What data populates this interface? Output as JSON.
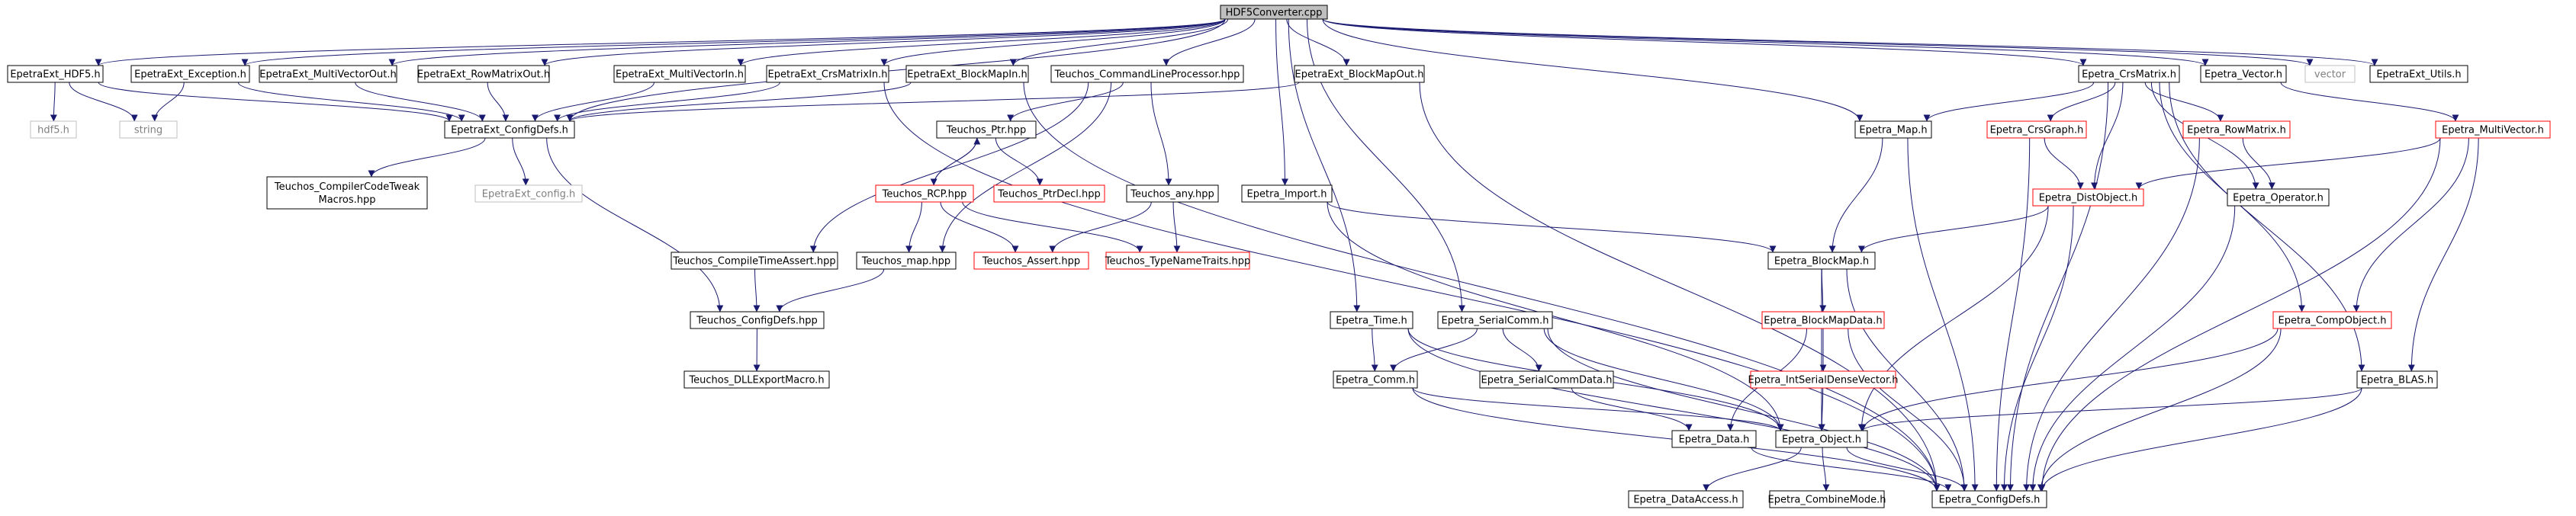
{
  "colors": {
    "edge": "#191970",
    "border_default": "#000000",
    "border_incomplete": "#ff0000",
    "border_external": "#bfbfbf",
    "root_fill": "#bfbfbf",
    "text_default": "#000000",
    "text_external": "#808080"
  },
  "nodes": [
    {
      "id": "root",
      "label": "HDF5Converter.cpp",
      "kind": "root"
    },
    {
      "id": "ext_hdf5",
      "label": "EpetraExt_HDF5.h",
      "kind": "normal"
    },
    {
      "id": "ext_exception",
      "label": "EpetraExt_Exception.h",
      "kind": "normal"
    },
    {
      "id": "ext_mvout",
      "label": "EpetraExt_MultiVectorOut.h",
      "kind": "normal"
    },
    {
      "id": "ext_rmout",
      "label": "EpetraExt_RowMatrixOut.h",
      "kind": "normal"
    },
    {
      "id": "ext_mvin",
      "label": "EpetraExt_MultiVectorIn.h",
      "kind": "normal"
    },
    {
      "id": "ext_crsin",
      "label": "EpetraExt_CrsMatrixIn.h",
      "kind": "normal"
    },
    {
      "id": "ext_bmin",
      "label": "EpetraExt_BlockMapIn.h",
      "kind": "normal"
    },
    {
      "id": "t_clp",
      "label": "Teuchos_CommandLineProcessor.hpp",
      "kind": "normal"
    },
    {
      "id": "ext_bmout",
      "label": "EpetraExt_BlockMapOut.h",
      "kind": "normal"
    },
    {
      "id": "e_crs",
      "label": "Epetra_CrsMatrix.h",
      "kind": "normal"
    },
    {
      "id": "e_vector",
      "label": "Epetra_Vector.h",
      "kind": "normal"
    },
    {
      "id": "vector",
      "label": "vector",
      "kind": "external"
    },
    {
      "id": "ext_utils",
      "label": "EpetraExt_Utils.h",
      "kind": "normal"
    },
    {
      "id": "hdf5",
      "label": "hdf5.h",
      "kind": "external"
    },
    {
      "id": "string",
      "label": "string",
      "kind": "external"
    },
    {
      "id": "ext_config",
      "label": "EpetraExt_ConfigDefs.h",
      "kind": "normal"
    },
    {
      "id": "t_ptr",
      "label": "Teuchos_Ptr.hpp",
      "kind": "normal"
    },
    {
      "id": "e_map",
      "label": "Epetra_Map.h",
      "kind": "normal"
    },
    {
      "id": "e_crsgraph",
      "label": "Epetra_CrsGraph.h",
      "kind": "incomplete"
    },
    {
      "id": "e_rowmatrix",
      "label": "Epetra_RowMatrix.h",
      "kind": "incomplete"
    },
    {
      "id": "e_mv",
      "label": "Epetra_MultiVector.h",
      "kind": "incomplete"
    },
    {
      "id": "t_cctweak",
      "label": "Teuchos_CompilerCodeTweak\nMacros.hpp",
      "kind": "normal"
    },
    {
      "id": "ext_configh",
      "label": "EpetraExt_config.h",
      "kind": "external"
    },
    {
      "id": "t_rcp",
      "label": "Teuchos_RCP.hpp",
      "kind": "incomplete"
    },
    {
      "id": "t_ptrdecl",
      "label": "Teuchos_PtrDecl.hpp",
      "kind": "incomplete"
    },
    {
      "id": "t_any",
      "label": "Teuchos_any.hpp",
      "kind": "normal"
    },
    {
      "id": "e_import",
      "label": "Epetra_Import.h",
      "kind": "normal"
    },
    {
      "id": "e_distobj",
      "label": "Epetra_DistObject.h",
      "kind": "incomplete"
    },
    {
      "id": "e_operator",
      "label": "Epetra_Operator.h",
      "kind": "normal"
    },
    {
      "id": "t_cta",
      "label": "Teuchos_CompileTimeAssert.hpp",
      "kind": "normal"
    },
    {
      "id": "t_map",
      "label": "Teuchos_map.hpp",
      "kind": "normal"
    },
    {
      "id": "t_assert",
      "label": "Teuchos_Assert.hpp",
      "kind": "incomplete"
    },
    {
      "id": "t_tnt",
      "label": "Teuchos_TypeNameTraits.hpp",
      "kind": "incomplete"
    },
    {
      "id": "e_blockmap",
      "label": "Epetra_BlockMap.h",
      "kind": "normal"
    },
    {
      "id": "t_config",
      "label": "Teuchos_ConfigDefs.hpp",
      "kind": "normal"
    },
    {
      "id": "e_time",
      "label": "Epetra_Time.h",
      "kind": "normal"
    },
    {
      "id": "e_serialcomm",
      "label": "Epetra_SerialComm.h",
      "kind": "normal"
    },
    {
      "id": "e_bmdata",
      "label": "Epetra_BlockMapData.h",
      "kind": "incomplete"
    },
    {
      "id": "e_compobj",
      "label": "Epetra_CompObject.h",
      "kind": "incomplete"
    },
    {
      "id": "t_dll",
      "label": "Teuchos_DLLExportMacro.h",
      "kind": "normal"
    },
    {
      "id": "e_comm",
      "label": "Epetra_Comm.h",
      "kind": "normal"
    },
    {
      "id": "e_scdata",
      "label": "Epetra_SerialCommData.h",
      "kind": "normal"
    },
    {
      "id": "e_isdv",
      "label": "Epetra_IntSerialDenseVector.h",
      "kind": "incomplete"
    },
    {
      "id": "e_blas",
      "label": "Epetra_BLAS.h",
      "kind": "normal"
    },
    {
      "id": "e_data",
      "label": "Epetra_Data.h",
      "kind": "normal"
    },
    {
      "id": "e_object",
      "label": "Epetra_Object.h",
      "kind": "normal"
    },
    {
      "id": "e_config",
      "label": "Epetra_ConfigDefs.h",
      "kind": "normal"
    },
    {
      "id": "e_dataaccess",
      "label": "Epetra_DataAccess.h",
      "kind": "normal"
    },
    {
      "id": "e_combine",
      "label": "Epetra_CombineMode.h",
      "kind": "normal"
    }
  ],
  "edges": [
    [
      "root",
      "ext_hdf5"
    ],
    [
      "root",
      "ext_exception"
    ],
    [
      "root",
      "ext_mvout"
    ],
    [
      "root",
      "ext_rmout"
    ],
    [
      "root",
      "ext_mvin"
    ],
    [
      "root",
      "ext_crsin"
    ],
    [
      "root",
      "ext_bmin"
    ],
    [
      "root",
      "t_clp"
    ],
    [
      "root",
      "ext_bmout"
    ],
    [
      "root",
      "e_crs"
    ],
    [
      "root",
      "e_vector"
    ],
    [
      "root",
      "vector"
    ],
    [
      "root",
      "ext_utils"
    ],
    [
      "root",
      "ext_config"
    ],
    [
      "root",
      "e_map"
    ],
    [
      "root",
      "e_import"
    ],
    [
      "root",
      "e_time"
    ],
    [
      "root",
      "e_serialcomm"
    ],
    [
      "ext_hdf5",
      "hdf5"
    ],
    [
      "ext_hdf5",
      "string"
    ],
    [
      "ext_hdf5",
      "ext_config"
    ],
    [
      "ext_exception",
      "string"
    ],
    [
      "ext_exception",
      "ext_config"
    ],
    [
      "ext_mvout",
      "ext_config"
    ],
    [
      "ext_rmout",
      "ext_config"
    ],
    [
      "ext_mvin",
      "ext_config"
    ],
    [
      "ext_crsin",
      "ext_config"
    ],
    [
      "ext_crsin",
      "e_config"
    ],
    [
      "ext_bmin",
      "ext_config"
    ],
    [
      "ext_bmin",
      "e_config"
    ],
    [
      "ext_bmout",
      "ext_config"
    ],
    [
      "ext_bmout",
      "e_config"
    ],
    [
      "t_clp",
      "t_ptr"
    ],
    [
      "t_clp",
      "t_any"
    ],
    [
      "t_clp",
      "t_cta"
    ],
    [
      "t_clp",
      "t_map"
    ],
    [
      "ext_config",
      "t_cctweak"
    ],
    [
      "ext_config",
      "ext_configh"
    ],
    [
      "ext_config",
      "t_config"
    ],
    [
      "t_ptr",
      "t_rcp"
    ],
    [
      "t_ptr",
      "t_ptrdecl"
    ],
    [
      "t_rcp",
      "t_ptr"
    ],
    [
      "t_rcp",
      "t_map"
    ],
    [
      "t_rcp",
      "t_assert"
    ],
    [
      "t_rcp",
      "t_tnt"
    ],
    [
      "t_any",
      "t_assert"
    ],
    [
      "t_any",
      "t_tnt"
    ],
    [
      "t_cta",
      "t_config"
    ],
    [
      "t_map",
      "t_config"
    ],
    [
      "t_config",
      "t_dll"
    ],
    [
      "e_crs",
      "e_map"
    ],
    [
      "e_crs",
      "e_crsgraph"
    ],
    [
      "e_crs",
      "e_rowmatrix"
    ],
    [
      "e_crs",
      "e_distobj"
    ],
    [
      "e_crs",
      "e_operator"
    ],
    [
      "e_crs",
      "e_compobj"
    ],
    [
      "e_crs",
      "e_blas"
    ],
    [
      "e_crs",
      "e_config"
    ],
    [
      "e_vector",
      "e_mv"
    ],
    [
      "e_mv",
      "e_distobj"
    ],
    [
      "e_mv",
      "e_compobj"
    ],
    [
      "e_mv",
      "e_blas"
    ],
    [
      "e_mv",
      "e_config"
    ],
    [
      "e_crsgraph",
      "e_distobj"
    ],
    [
      "e_crsgraph",
      "e_config"
    ],
    [
      "e_rowmatrix",
      "e_operator"
    ],
    [
      "e_rowmatrix",
      "e_config"
    ],
    [
      "e_operator",
      "e_config"
    ],
    [
      "e_map",
      "e_blockmap"
    ],
    [
      "e_map",
      "e_config"
    ],
    [
      "e_import",
      "e_blockmap"
    ],
    [
      "e_import",
      "e_object"
    ],
    [
      "e_distobj",
      "e_blockmap"
    ],
    [
      "e_distobj",
      "e_object"
    ],
    [
      "e_distobj",
      "e_config"
    ],
    [
      "e_blockmap",
      "e_bmdata"
    ],
    [
      "e_blockmap",
      "e_object"
    ],
    [
      "e_blockmap",
      "e_config"
    ],
    [
      "e_bmdata",
      "e_isdv"
    ],
    [
      "e_bmdata",
      "e_data"
    ],
    [
      "e_bmdata",
      "e_config"
    ],
    [
      "e_isdv",
      "e_object"
    ],
    [
      "e_time",
      "e_comm"
    ],
    [
      "e_time",
      "e_object"
    ],
    [
      "e_time",
      "e_config"
    ],
    [
      "e_serialcomm",
      "e_comm"
    ],
    [
      "e_serialcomm",
      "e_scdata"
    ],
    [
      "e_serialcomm",
      "e_object"
    ],
    [
      "e_serialcomm",
      "e_config"
    ],
    [
      "e_comm",
      "e_object"
    ],
    [
      "e_comm",
      "e_config"
    ],
    [
      "e_scdata",
      "e_data"
    ],
    [
      "e_data",
      "e_config"
    ],
    [
      "e_compobj",
      "e_object"
    ],
    [
      "e_compobj",
      "e_config"
    ],
    [
      "e_blas",
      "e_object"
    ],
    [
      "e_blas",
      "e_config"
    ],
    [
      "e_object",
      "e_config"
    ],
    [
      "e_object",
      "e_dataaccess"
    ],
    [
      "e_object",
      "e_combine"
    ]
  ]
}
